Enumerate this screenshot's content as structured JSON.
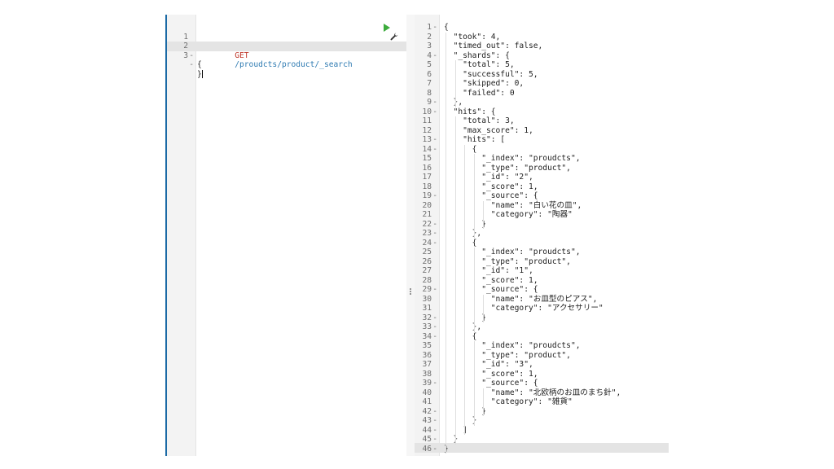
{
  "request": {
    "method": "GET",
    "path": "/proudcts/product/_search",
    "lines": [
      {
        "n": "1",
        "fold": "",
        "text": ""
      },
      {
        "n": "2",
        "fold": "-",
        "text": "{"
      },
      {
        "n": "3",
        "fold": "-",
        "text": "}"
      }
    ],
    "actions": {
      "run": "run-icon",
      "settings": "wrench-icon"
    }
  },
  "response": {
    "lines": [
      {
        "n": "1",
        "fold": "-",
        "text": "{"
      },
      {
        "n": "2",
        "fold": "",
        "text": "  \"took\": 4,"
      },
      {
        "n": "3",
        "fold": "",
        "text": "  \"timed_out\": false,"
      },
      {
        "n": "4",
        "fold": "-",
        "text": "  \"_shards\": {"
      },
      {
        "n": "5",
        "fold": "",
        "text": "    \"total\": 5,"
      },
      {
        "n": "6",
        "fold": "",
        "text": "    \"successful\": 5,"
      },
      {
        "n": "7",
        "fold": "",
        "text": "    \"skipped\": 0,"
      },
      {
        "n": "8",
        "fold": "",
        "text": "    \"failed\": 0"
      },
      {
        "n": "9",
        "fold": "-",
        "text": "  },"
      },
      {
        "n": "10",
        "fold": "-",
        "text": "  \"hits\": {"
      },
      {
        "n": "11",
        "fold": "",
        "text": "    \"total\": 3,"
      },
      {
        "n": "12",
        "fold": "",
        "text": "    \"max_score\": 1,"
      },
      {
        "n": "13",
        "fold": "-",
        "text": "    \"hits\": ["
      },
      {
        "n": "14",
        "fold": "-",
        "text": "      {"
      },
      {
        "n": "15",
        "fold": "",
        "text": "        \"_index\": \"proudcts\","
      },
      {
        "n": "16",
        "fold": "",
        "text": "        \"_type\": \"product\","
      },
      {
        "n": "17",
        "fold": "",
        "text": "        \"_id\": \"2\","
      },
      {
        "n": "18",
        "fold": "",
        "text": "        \"_score\": 1,"
      },
      {
        "n": "19",
        "fold": "-",
        "text": "        \"_source\": {"
      },
      {
        "n": "20",
        "fold": "",
        "text": "          \"name\": \"白い花の皿\","
      },
      {
        "n": "21",
        "fold": "",
        "text": "          \"category\": \"陶器\""
      },
      {
        "n": "22",
        "fold": "-",
        "text": "        }"
      },
      {
        "n": "23",
        "fold": "-",
        "text": "      },"
      },
      {
        "n": "24",
        "fold": "-",
        "text": "      {"
      },
      {
        "n": "25",
        "fold": "",
        "text": "        \"_index\": \"proudcts\","
      },
      {
        "n": "26",
        "fold": "",
        "text": "        \"_type\": \"product\","
      },
      {
        "n": "27",
        "fold": "",
        "text": "        \"_id\": \"1\","
      },
      {
        "n": "28",
        "fold": "",
        "text": "        \"_score\": 1,"
      },
      {
        "n": "29",
        "fold": "-",
        "text": "        \"_source\": {"
      },
      {
        "n": "30",
        "fold": "",
        "text": "          \"name\": \"お皿型のピアス\","
      },
      {
        "n": "31",
        "fold": "",
        "text": "          \"category\": \"アクセサリー\""
      },
      {
        "n": "32",
        "fold": "-",
        "text": "        }"
      },
      {
        "n": "33",
        "fold": "-",
        "text": "      },"
      },
      {
        "n": "34",
        "fold": "-",
        "text": "      {"
      },
      {
        "n": "35",
        "fold": "",
        "text": "        \"_index\": \"proudcts\","
      },
      {
        "n": "36",
        "fold": "",
        "text": "        \"_type\": \"product\","
      },
      {
        "n": "37",
        "fold": "",
        "text": "        \"_id\": \"3\","
      },
      {
        "n": "38",
        "fold": "",
        "text": "        \"_score\": 1,"
      },
      {
        "n": "39",
        "fold": "-",
        "text": "        \"_source\": {"
      },
      {
        "n": "40",
        "fold": "",
        "text": "          \"name\": \"北欧柄のお皿のまち針\","
      },
      {
        "n": "41",
        "fold": "",
        "text": "          \"category\": \"雑貨\""
      },
      {
        "n": "42",
        "fold": "-",
        "text": "        }"
      },
      {
        "n": "43",
        "fold": "-",
        "text": "      }"
      },
      {
        "n": "44",
        "fold": "-",
        "text": "    ]"
      },
      {
        "n": "45",
        "fold": "-",
        "text": "  }"
      },
      {
        "n": "46",
        "fold": "-",
        "text": "}"
      }
    ]
  },
  "colors": {
    "method": "#c0392b",
    "path": "#2f7bb2",
    "run": "#3cab3c",
    "accent_edge": "#1b6aa5"
  }
}
